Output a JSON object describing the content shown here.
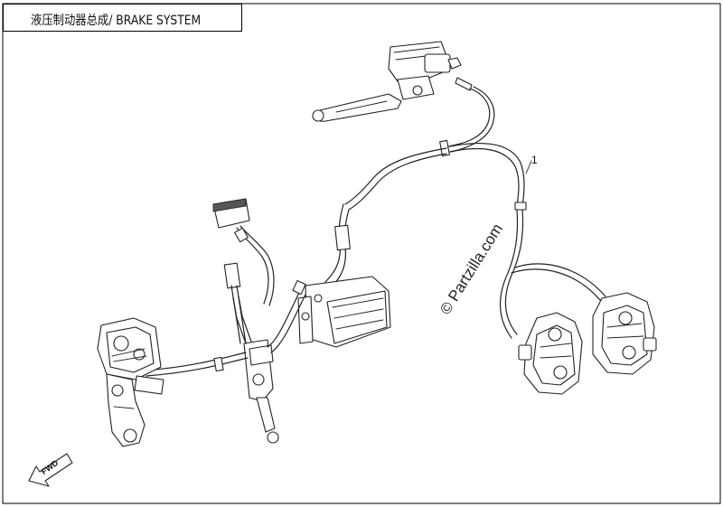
{
  "header": {
    "title": "液压制动器总成/ BRAKE SYSTEM"
  },
  "diagram": {
    "callouts": [
      {
        "label": "1"
      }
    ],
    "watermark": "© Partzilla.com",
    "direction_arrow": {
      "label": "FWD"
    }
  }
}
